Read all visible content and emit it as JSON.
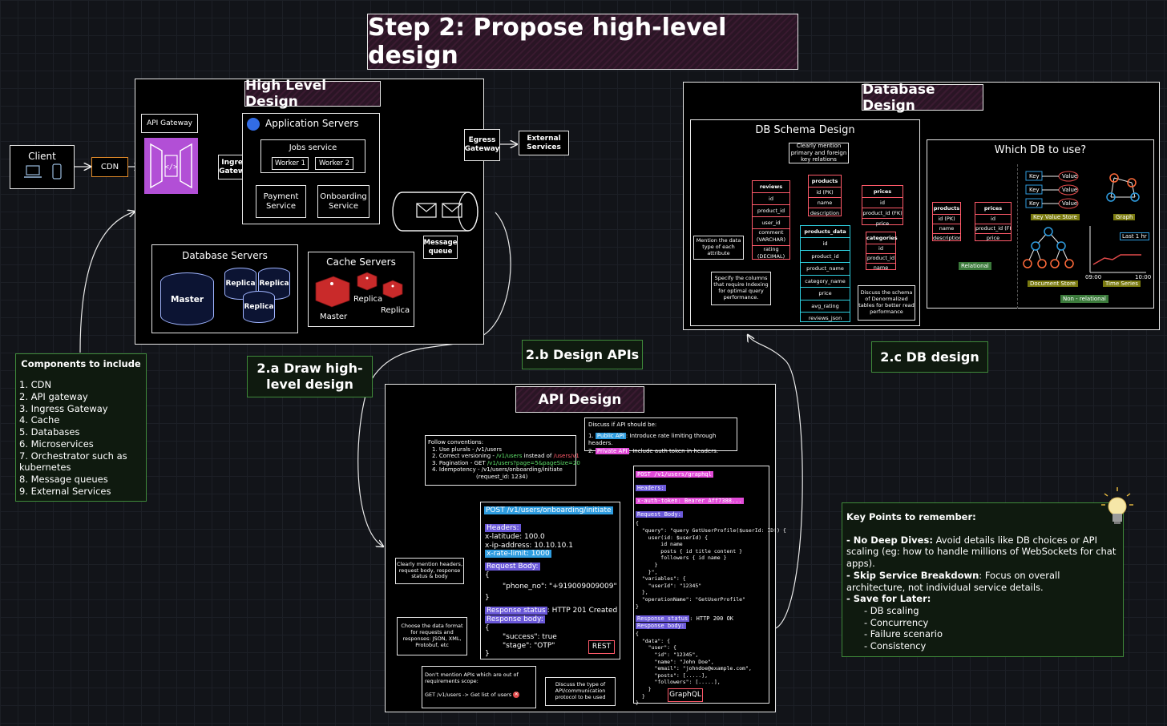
{
  "page_title": "Step 2: Propose high-level design",
  "hld": {
    "title": "High Level Design",
    "client": "Client",
    "cdn": "CDN",
    "api_gateway": "API Gateway",
    "ingress": "Ingress Gateway",
    "app_servers": "Application Servers",
    "jobs_service": "Jobs service",
    "worker1": "Worker 1",
    "worker2": "Worker 2",
    "payment": "Payment Service",
    "onboarding": "Onboarding Service",
    "egress": "Egress Gateway",
    "external": "External Services",
    "message_queue": "Message queue",
    "db_servers": "Database Servers",
    "master": "Master",
    "replica": "Replica",
    "cache_servers": "Cache Servers",
    "cache_master": "Master",
    "cache_replica": "Replica"
  },
  "components": {
    "title": "Components to include",
    "items": [
      "1. CDN",
      "2. API gateway",
      "3. Ingress Gateway",
      "4. Cache",
      "5. Databases",
      "6. Microservices",
      "7. Orchestrator such as",
      "kubernetes",
      "8. Message queues",
      "9. External Services"
    ]
  },
  "tags": {
    "draw_hld": "2.a Draw high-level design",
    "design_apis": "2.b Design APIs",
    "db_design": "2.c DB design"
  },
  "dbd": {
    "title": "Database Design",
    "schema_title": "DB Schema Design",
    "note_keys": "Clearly mention primary and foreign key relations",
    "note_types": "Mention the data type of each attribute",
    "note_index": "Specify the columns that require Indexing for optimal query performance.",
    "note_denorm": "Discuss the schema of Denormalized tables for better read performance",
    "reviews": {
      "name": "reviews",
      "rows": [
        "id",
        "product_id",
        "user_id",
        "comment (VARCHAR)",
        "rating (DECIMAL)"
      ]
    },
    "products": {
      "name": "products",
      "rows": [
        "id (PK)",
        "name",
        "description"
      ]
    },
    "prices": {
      "name": "prices",
      "rows": [
        "id",
        "product_id (FK)",
        "price"
      ]
    },
    "categories": {
      "name": "categories",
      "rows": [
        "id",
        "product_id",
        "name"
      ]
    },
    "products_data": {
      "name": "products_data",
      "rows": [
        "id",
        "product_id",
        "product_name",
        "category_name",
        "price",
        "avg_rating",
        "reviews_json"
      ]
    },
    "which_db": "Which DB to use?",
    "rel_products": {
      "name": "products",
      "rows": [
        "id (PK)",
        "name",
        "description"
      ]
    },
    "rel_prices": {
      "name": "prices",
      "rows": [
        "id",
        "product_id (FK)",
        "price"
      ]
    },
    "relational": "Relational",
    "kv_key": "Key",
    "kv_value": "Value",
    "kv_label": "Key Value Store",
    "graph_label": "Graph",
    "doc_label": "Document Store",
    "ts_label": "Time Series",
    "ts_badge": "Last 1 hr",
    "ts_t0": "09:00",
    "ts_t1": "10:00",
    "nonrel": "Non - relational"
  },
  "api": {
    "title": "API Design",
    "conventions_head": "Follow conventions:",
    "conv1": "1. Use plurals - /v1/users",
    "conv2a": "2. Correct versioning - ",
    "conv2b": "/v1/users",
    "conv2c": " instead of ",
    "conv2d": "/users/v1",
    "conv3a": "3. Pagination - GET ",
    "conv3b": "/v1/users?page=5&pageSize=20",
    "conv4": "4. Idempotency - /v1/users/onboarding/initiate",
    "conv4b": "(request_id: 1234)",
    "public_head": "Discuss if API should be:",
    "public1a": "Public API",
    "public1b": ": Introduce rate limiting through headers.",
    "public2a": "Private API",
    "public2b": ": Include auth token in headers.",
    "rest_endpoint": "POST /v1/users/onboarding/initiate",
    "rest_headers": "Headers:",
    "rest_h1": "x-latitude: 100.0",
    "rest_h2": "x-ip-address: 10.10.10.1",
    "rest_h3": "x-rate-limit: 1000",
    "rest_body": "Request Body:",
    "rest_b1": "{",
    "rest_b2": "\"phone_no\": \"+919009009009\"",
    "rest_b3": "}",
    "rest_status_lbl": "Response status",
    "rest_status_val": ": HTTP 201 Created",
    "rest_resp": "Response body:",
    "rest_r1": "{",
    "rest_r2": "\"success\": true",
    "rest_r3": "\"stage\": \"OTP\"",
    "rest_r4": "}",
    "rest_tag": "REST",
    "note_headers": "Clearly mention headers, request body, response status & body",
    "note_format": "Choose the data format for requests and responses: JSON, XML, Protobuf, etc",
    "note_scope": "Don't mention APIs which are out of requirements scope:",
    "note_scope_ex": "GET /v1/users -> Get list of users",
    "note_protocol": "Discuss the type of API/communication protocol to be used",
    "gql_endpoint": "POST /v1/users/graphql",
    "gql_headers": "Headers:",
    "gql_auth": "x-auth-token: Bearer Aff7388...",
    "gql_body": "Request Body:",
    "gql_code": "{\n  \"query\": \"query GetUserProfile($userId: ID!) {\n    user(id: $userId) {\n        id name\n        posts { id title content }\n        followers { id name }\n      }\n    }\",\n  \"variables\": {\n    \"userId\": \"12345\"\n  },\n  \"operationName\": \"GetUserProfile\"\n}",
    "gql_status_lbl": "Response status",
    "gql_status_val": ": HTTP 200 OK",
    "gql_resp": "Response body:",
    "gql_resp_code": "{\n  \"data\": {\n    \"user\": {\n      \"id\": \"12345\",\n      \"name\": \"John Doe\",\n      \"email\": \"johndoe@example.com\",\n      \"posts\": [.....],\n      \"followers\": [.....],\n    }\n  }\n}",
    "gql_tag": "GraphQL"
  },
  "keypoints": {
    "title": "Key Points to remember:",
    "p1a": "- No Deep Dives:",
    "p1b": " Avoid details like DB choices or API scaling (eg: how to handle millions of WebSockets for chat apps).",
    "p2a": "- Skip Service Breakdown",
    "p2b": ": Focus on overall architecture, not individual service details.",
    "p3": "- Save for Later:",
    "s1": "- DB scaling",
    "s2": "- Concurrency",
    "s3": "- Failure scenario",
    "s4": "- Consistency"
  }
}
